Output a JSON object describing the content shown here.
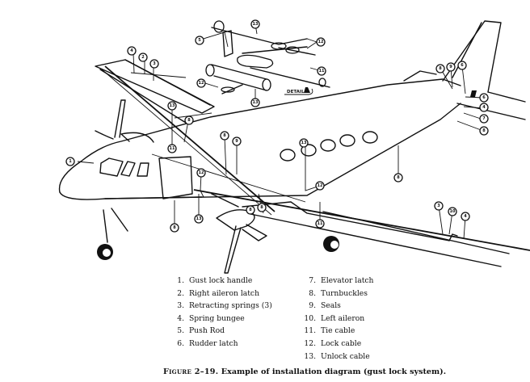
{
  "figure": {
    "label": "Figure 2–19.",
    "title": "Example of installation diagram (gust lock system)."
  },
  "detail_tag": "DETAIL A",
  "legend": {
    "left": [
      {
        "num": "1.",
        "text": "Gust lock handle"
      },
      {
        "num": "2.",
        "text": "Right aileron latch"
      },
      {
        "num": "3.",
        "text": "Retracting springs (3)"
      },
      {
        "num": "4.",
        "text": "Spring bungee"
      },
      {
        "num": "5.",
        "text": "Push Rod"
      },
      {
        "num": "6.",
        "text": "Rudder latch"
      }
    ],
    "right": [
      {
        "num": "7.",
        "text": "Elevator latch"
      },
      {
        "num": "8.",
        "text": "Turnbuckles"
      },
      {
        "num": "9.",
        "text": "Seals"
      },
      {
        "num": "10.",
        "text": "Left aileron"
      },
      {
        "num": "11.",
        "text": "Tie cable"
      },
      {
        "num": "12.",
        "text": "Lock cable"
      },
      {
        "num": "13.",
        "text": "Unlock cable"
      }
    ]
  },
  "callouts": [
    {
      "id": "c1",
      "label": "1"
    },
    {
      "id": "c2a",
      "label": "2"
    },
    {
      "id": "c3a",
      "label": "3"
    },
    {
      "id": "c4a",
      "label": "4"
    },
    {
      "id": "c8a",
      "label": "8"
    },
    {
      "id": "c13a",
      "label": "13"
    },
    {
      "id": "c11a",
      "label": "11"
    },
    {
      "id": "c12a",
      "label": "12"
    },
    {
      "id": "c8b",
      "label": "8"
    },
    {
      "id": "c8c",
      "label": "8"
    },
    {
      "id": "c8d",
      "label": "8"
    },
    {
      "id": "c13b",
      "label": "13"
    },
    {
      "id": "c8e",
      "label": "8"
    },
    {
      "id": "c8f",
      "label": "8"
    },
    {
      "id": "c13c",
      "label": "13"
    },
    {
      "id": "c12b",
      "label": "12"
    },
    {
      "id": "c11b",
      "label": "11"
    },
    {
      "id": "c8g",
      "label": "8"
    },
    {
      "id": "c3b",
      "label": "3"
    },
    {
      "id": "c10",
      "label": "10"
    },
    {
      "id": "c4b",
      "label": "4"
    },
    {
      "id": "c8h",
      "label": "8"
    },
    {
      "id": "c9",
      "label": "9"
    },
    {
      "id": "c6",
      "label": "6"
    },
    {
      "id": "c6b",
      "label": "6"
    },
    {
      "id": "c4c",
      "label": "4"
    },
    {
      "id": "c7",
      "label": "7"
    },
    {
      "id": "c8i",
      "label": "8"
    },
    {
      "id": "c13d",
      "label": "13"
    },
    {
      "id": "c5",
      "label": "5"
    },
    {
      "id": "c12d",
      "label": "12"
    },
    {
      "id": "c11d",
      "label": "11"
    },
    {
      "id": "c12c",
      "label": "12"
    },
    {
      "id": "c13e",
      "label": "13"
    }
  ]
}
